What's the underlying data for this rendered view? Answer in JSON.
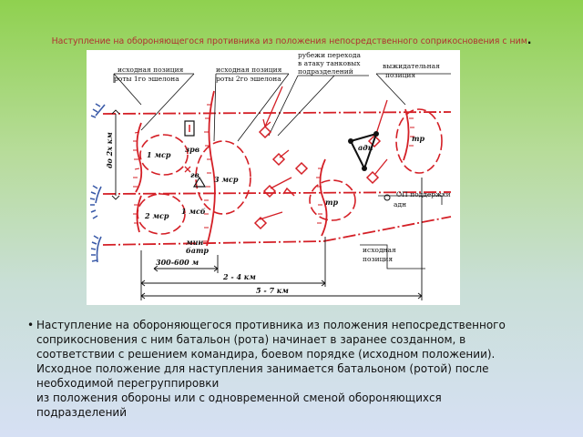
{
  "slide": {
    "title": "Наступление на обороняющегося противника из положения непосредственного соприкосновения с ним",
    "title_end": ".",
    "bullet": "•",
    "body_lines": [
      "Наступление на обороняющегося противника из положения непосредственного",
      "соприкосновения с ним батальон (рота) начинает в заранее созданном, в",
      "соответствии с решением командира, боевом порядке (исходном положении).",
      "Исходное положение для наступления занимается батальоном (ротой) после",
      "необходимой перегруппировки",
      "из положения обороны или с одновременной сменой обороняющихся",
      "подразделений"
    ]
  },
  "diagram": {
    "labels": {
      "pos1_line1": "исходная позиция",
      "pos1_line2": "роты 1го эшелона",
      "pos2_line1": "исходная позиция",
      "pos2_line2": "роты 2го эшелона",
      "rub_line1": "рубежи перехода",
      "rub_line2": "в атаку танковых",
      "rub_line3": "подразделений",
      "vyzh_line1": "выжидательная",
      "vyzh_line2": "позиция",
      "start_line1": "исходная",
      "start_line2": "позиция",
      "op": "ОП поддержки",
      "adn": "адн",
      "adn2": "адн",
      "mcr1": "1 мср",
      "mcr2": "2 мср",
      "mcr3": "3 мср",
      "msb": "1 мсб",
      "zrv": "зрв",
      "gv": "гв",
      "tr1": "тр",
      "tr2": "тр",
      "mbatr_line1": "мин",
      "mbatr_line2": "батр",
      "do2km": "до 2х км",
      "d1": "300-600 м",
      "d2": "2 - 4 км",
      "d3": "5 - 7 км"
    },
    "colors": {
      "red": "#d41f26",
      "black": "#111111"
    }
  }
}
